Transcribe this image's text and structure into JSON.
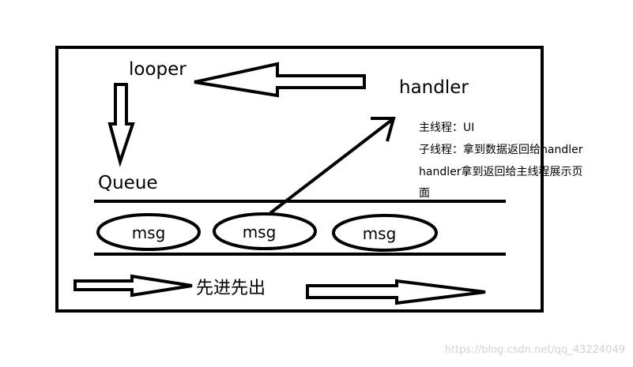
{
  "labels": {
    "looper": "looper",
    "handler": "handler",
    "queue": "Queue",
    "fifo": "先进先出"
  },
  "messages": [
    "msg",
    "msg",
    "msg"
  ],
  "notes": {
    "line1": "主线程：UI",
    "line2": "子线程：拿到数据返回给handler",
    "line3": "handler拿到返回给主线程展示页",
    "line4": "面"
  },
  "watermark": "https://blog.csdn.net/qq_43224049"
}
